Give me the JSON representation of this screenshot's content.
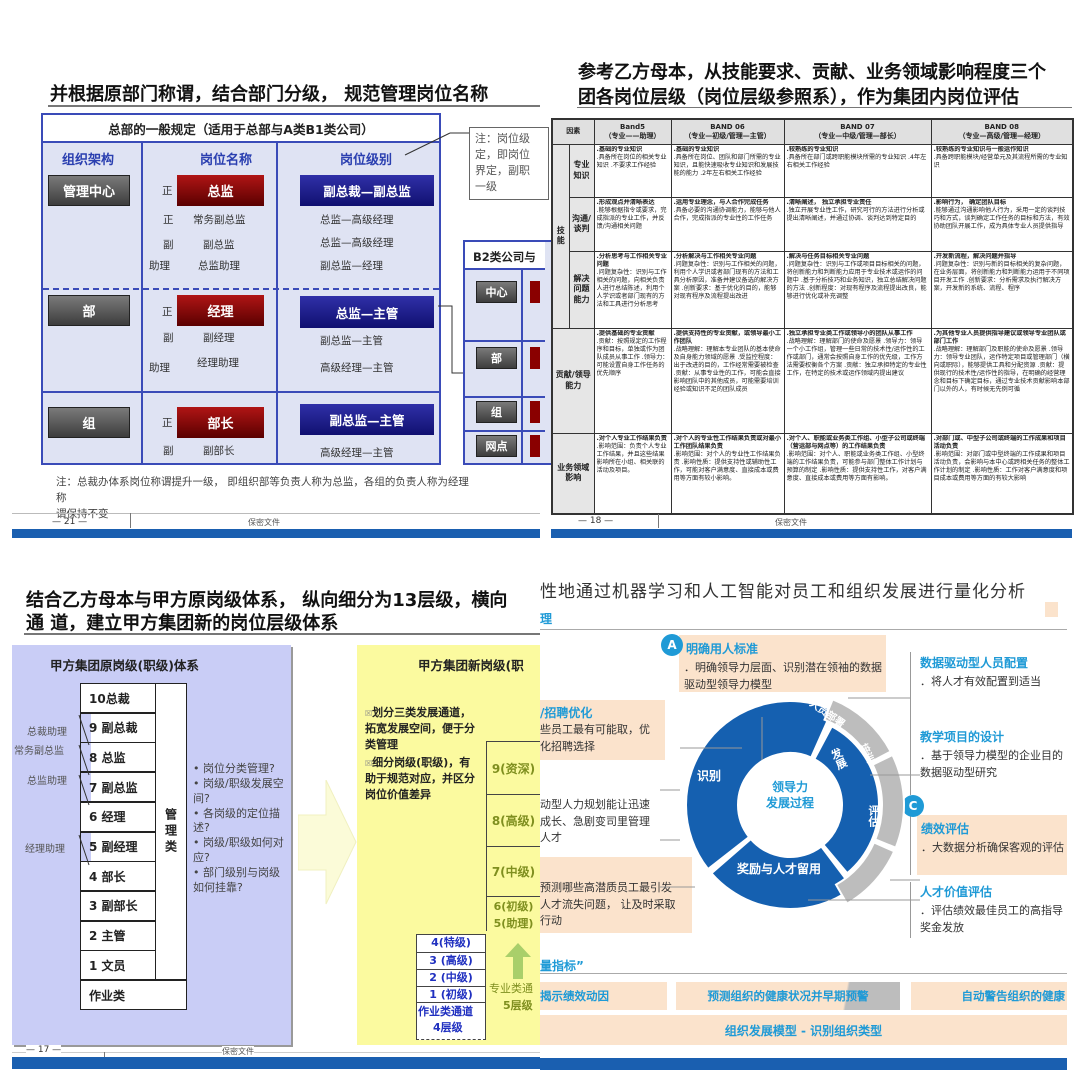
{
  "slide_21": {
    "title": "并根据原部门称谓，结合部门分级， 规范管理岗位名称",
    "box_header": "总部的一般规定（适用于总部与A类B1类公司）",
    "col_headers": [
      "组织架构",
      "岗位名称",
      "岗位级别"
    ],
    "rows": [
      {
        "org": "管理中心",
        "main_prefix": "正",
        "main": "总监",
        "subs": [
          {
            "p": "正",
            "n": "常务副总监"
          },
          {
            "p": "副",
            "n": "副总监"
          },
          {
            "p": "助理",
            "n": "总监助理"
          }
        ],
        "level_main": "副总裁—副总监",
        "level_subs": [
          "总监—高级经理",
          "总监—高级经理",
          "副总监—经理"
        ]
      },
      {
        "org": "部",
        "main_prefix": "正",
        "main": "经理",
        "subs": [
          {
            "p": "副",
            "n": "副经理"
          },
          {
            "p": "助理",
            "n": "经理助理"
          }
        ],
        "level_main": "总监—主管",
        "level_subs": [
          "副总监—主管",
          "高级经理—主管"
        ]
      },
      {
        "org": "组",
        "main_prefix": "正",
        "main": "部长",
        "subs": [
          {
            "p": "副",
            "n": "副部长"
          }
        ],
        "level_main": "副总监—主管",
        "level_subs": [
          "高级经理—主管"
        ]
      }
    ],
    "note_lines": [
      "注：岗位级",
      "定，即岗位",
      "界定，副职",
      "一级"
    ],
    "b2_header": "B2类公司与",
    "b2_orgs": [
      "中心",
      "部",
      "组",
      "网点"
    ],
    "footnote": "注：总裁办体系岗位称谓提升一级， 即组织部等负责人称为总监，各组的负责人称为经理",
    "footnote_wrap": "称",
    "footnote_2": "谓保持不变",
    "page": "— 21 —",
    "confidential": "保密文件"
  },
  "slide_18": {
    "title_1": "参考乙方母本，从技能要求、贡献、业务领域影响程度三个",
    "title_2": "团各岗位层级（岗位层级参照系），作为集团内岗位评估",
    "factor_header": "因素",
    "bands": [
      {
        "name": "Band5",
        "sub": "（专业——助理）"
      },
      {
        "name": "BAND 06",
        "sub": "（专业—初级/管理—主管）"
      },
      {
        "name": "BAND 07",
        "sub": "（专业—中级/管理—部长）"
      },
      {
        "name": "BAND 08",
        "sub": "（专业—高级/管理—经理）"
      }
    ],
    "group_skill": "技能",
    "rows": [
      {
        "label": "专业知识",
        "cells": [
          {
            "lead": ".基础的专业知识",
            "body": ".具备所在岗位的相关专业知识 .不要求工作经验"
          },
          {
            "lead": ".基础的专业知识",
            "body": ".具备所在岗位、团队和部门所需的专业知识，且能快速吸收专业知识和发展技能的能力 .2年左右相关工作经验"
          },
          {
            "lead": ".较熟练的专业知识",
            "body": ".具备所在部门或跨职能模块所需的专业知识 .4年左右相关工作经验"
          },
          {
            "lead": ".较熟练的专业知识与一般运作知识",
            "body": ".具备跨职能模块/经营单元及其流程所需的专业知识"
          }
        ]
      },
      {
        "label": "沟通/谈判",
        "cells": [
          {
            "lead": ".形成观点并清晰表达",
            "body": ".能够根据指令或要求，完成指派的专业工作，并反馈/沟通相关问题"
          },
          {
            "lead": ".运用专业理念，与人合作完成任务",
            "body": ".具备必要的沟通协调能力，能够与他人合作，完成指派的专业性的工作任务"
          },
          {
            "lead": ".清晰阐述， 独立承担专业责任",
            "body": ".独立开展专业性工作，研究可行的方法进行分析或提出清晰阐述，并通过协调、谈判达到特定目的"
          },
          {
            "lead": ".影响行为， 确定团队目标",
            "body": ".能够通过沟通影响他人行为，采用一定的谈判技巧和方式，谈判确定工作任务的目标和方法，有效协助团队开展工作，成为具体专业人员提供指导"
          }
        ]
      },
      {
        "label": "解决问题能力",
        "cells": [
          {
            "lead": ".分析思考与工作相关专业问题",
            "body": ".问题复杂性：识别与工作相关的问题，向相关负责人进行总结陈述，利用个人学识或者部门现有的方法和工具进行分析思考"
          },
          {
            "lead": ".分析解决与工作相关专业问题",
            "body": ".问题复杂性：识别与工作相关的问题，利用个人学识或者部门现有的方法和工具分析原因，准备并建议备选的解决方案 .创新要求：基于优化的目的，能够对现有程序及流程提出改进"
          },
          {
            "lead": ".解决与任务目标相关专业问题",
            "body": ".问题复杂性：识别与工作或项目目标相关的问题，将创新能力和判断能力应用于专业技术或运作的问题中 .基于分析技巧和业务知识，独立总结解决问题的方法 .创新程度：对现有程序及流程提出改良，能够进行优化或补充调整"
          },
          {
            "lead": ".开发新流程，解决问题并指导",
            "body": ".问题复杂性：识别与新的目标相关的复杂问题，在业务层面，将创新能力和判断能力运用于不同项目开发工作 .创新要求：分析需求及执行解决方案，开发新的系统、流程、程序"
          }
        ]
      },
      {
        "label": "贡献/领导能力",
        "cells": [
          {
            "lead": ".提供基础的专业贡献",
            "body": ".贡献：按照规定的工作程序和目标，单独或作为团队成员从事工作 .领导力：可能设置自身工作任务的优先顺序"
          },
          {
            "lead": ".提供支持性的专业贡献，或领导最小工作团队",
            "body": ".战略理解：理解本专业团队的基本使命及自身能力领域的愿景 .受监控程度：出于改进的目的，工作经常需要被检查 .贡献：从事专业性的工作，可能会直接影响团队中的其他成员，可能需要培训经验或知识不足的团队成员"
          },
          {
            "lead": ".独立承担专业类工作或领导小的团队从事工作",
            "body": ".战略理解：理解部门的使命及愿景 .领导力：领导一个小工作组，管理一些日常的技术性/运作性的工作或部门，通常会按照自身工作的优先级，工作方法需要权衡各个方案 .贡献：独立承担特定的专业性工作，在特定的技术或运作领域内提出建议"
          },
          {
            "lead": ".为其他专业人员提供指导建议或领导专业团队或部门工作",
            "body": ".战略理解：理解部门及职能的使命及愿景 .领导力：领导专业团队，运作特定项目或管理部门（横向或职际），能够提供工具和分配资源 .贡献：提供现行的技术性/运作性的指导，在明确的经营理念和目标下确定目标，通过专业技术贡献影响本部门以外的人，有时候无先例可循"
          }
        ]
      },
      {
        "label": "业务领域影响",
        "cells": [
          {
            "lead": ".对个人专业工作结果负责",
            "body": ".影响范围：负责个人专业工作结果，并且这些结果影响所在小组、相关联的活动及项目。"
          },
          {
            "lead": ".对个人的专业性工作结果负责或对最小工作团队结果负责",
            "body": ".影响范围：对个人的专业性工作结果负责 .影响性质：提供支持性或辅助性工作，可能对客户满意度、直接成本或费用等方面有较小影响。"
          },
          {
            "lead": ".对个人、职能或业务类工作组、小型子公司或终端（营运部与网点等）的工作结果负责",
            "body": ".影响范围：对个人、职能或业务类工作组、小型终端的工作结果负责，可能参与部门整体工作计划与预算的制定 .影响性质：提供支持性工作，对客户满意度、直接成本或费用等方面有影响。"
          },
          {
            "lead": ".对部门或、中型子公司或终端的工作成果和项目活动负责",
            "body": ".影响范围：对部门或中型终端的工作成果和项目活动负责，会影响与本中心或跨相关任务的整体工作计划的制定 .影响性质：工作对客户满意度和项目成本或费用等方面的有较大影响"
          }
        ]
      }
    ],
    "page": "— 18 —",
    "confidential": "保密文件"
  },
  "slide_17": {
    "title_1": "结合乙方母本与甲方原岗级体系， 纵向细分为13层级，横向",
    "title_2": "通 道，建立甲方集团新的岗位层级体系",
    "old_title": "甲方集团原岗级(职级)体系",
    "old_levels": [
      "10总裁",
      "9 副总裁",
      "8 总监",
      "7 副总监",
      "6 经理",
      "5 副经理",
      "4 部长",
      "3 副部长",
      "2 主管",
      "1 文员"
    ],
    "mgmt_label": "管理类",
    "ops_label": "作业类",
    "side_labels": [
      "总裁助理",
      "常务副总监",
      "总监助理",
      "经理助理"
    ],
    "questions": [
      "岗位分类管理?",
      "岗级/职级发展空间?",
      "各岗级的定位描述?",
      "岗级/职级如何对应?",
      "部门级别与岗级如何挂靠?"
    ],
    "new_title": "甲方集团新岗级(职",
    "new_points": [
      "划分三类发展通道，拓宽发展空间，便于分类管理",
      "细分岗级(职级)，有助于规范对应，并区分岗位价值差异"
    ],
    "prof_levels": [
      "9(资深)",
      "8(高级)",
      "7(中级)",
      "6(初级)",
      "5(助理)"
    ],
    "ops_levels": [
      "4(特级)",
      "3 (高级)",
      "2 (中级)",
      "1 (初级)"
    ],
    "ops_channel": "作业类通道",
    "ops_count": "4层级",
    "prof_channel": "专业类通",
    "prof_count": "5层级",
    "page": "— 17 —",
    "confidential": "保密文件"
  },
  "slide_30": {
    "title": "性地通过机器学习和人工智能对员工和组织发展进行量化分析",
    "subtitle": "理",
    "a_badge": "A",
    "a_title": "明确用人标准",
    "a_text": "．明确领导力层面、识别潜在领袖的数据驱动型领导力模型",
    "left_1_title": "/招聘优化",
    "left_1_text": "些员工最有可能取，优化招聘选择",
    "left_2_text": "动型人力规划能让迅速成长、急剧变司里管理人才",
    "left_3_text": "预测哪些高潜质员工最引发人才流失问题， 让及时采取行动",
    "right_1_title": "数据驱动型人员配置",
    "right_1_text": "．将人才有效配置到适当",
    "right_2_title": "教学项目的设计",
    "right_2_text": "．基于领导力模型的企业目的数据驱动型研究",
    "c_badge": "C",
    "c_title": "绩效评估",
    "c_text": "．大数据分析确保客观的评估",
    "right_4_title": "人才价值评估",
    "right_4_text": "．评估绩效最佳员工的高指导奖金发放",
    "donut": {
      "center_1": "领导力",
      "center_2": "发展过程",
      "identify": "识别",
      "develop": "发展",
      "reward": "奖励与人才留用",
      "deploy": "人员部署",
      "train": "培训",
      "evaluate": "评估"
    },
    "metrics_label": "量指标”",
    "metrics": [
      "揭示绩效动因",
      "预测组织的健康状况并早期预警",
      "自动警告组织的健康"
    ],
    "org_model": "组织发展模型 - 识别组织类型",
    "colors": {
      "blue": "#1560b0",
      "gray": "#bdbdbd",
      "accent": "#1f9ad6",
      "peach": "#fbe3cc"
    }
  }
}
